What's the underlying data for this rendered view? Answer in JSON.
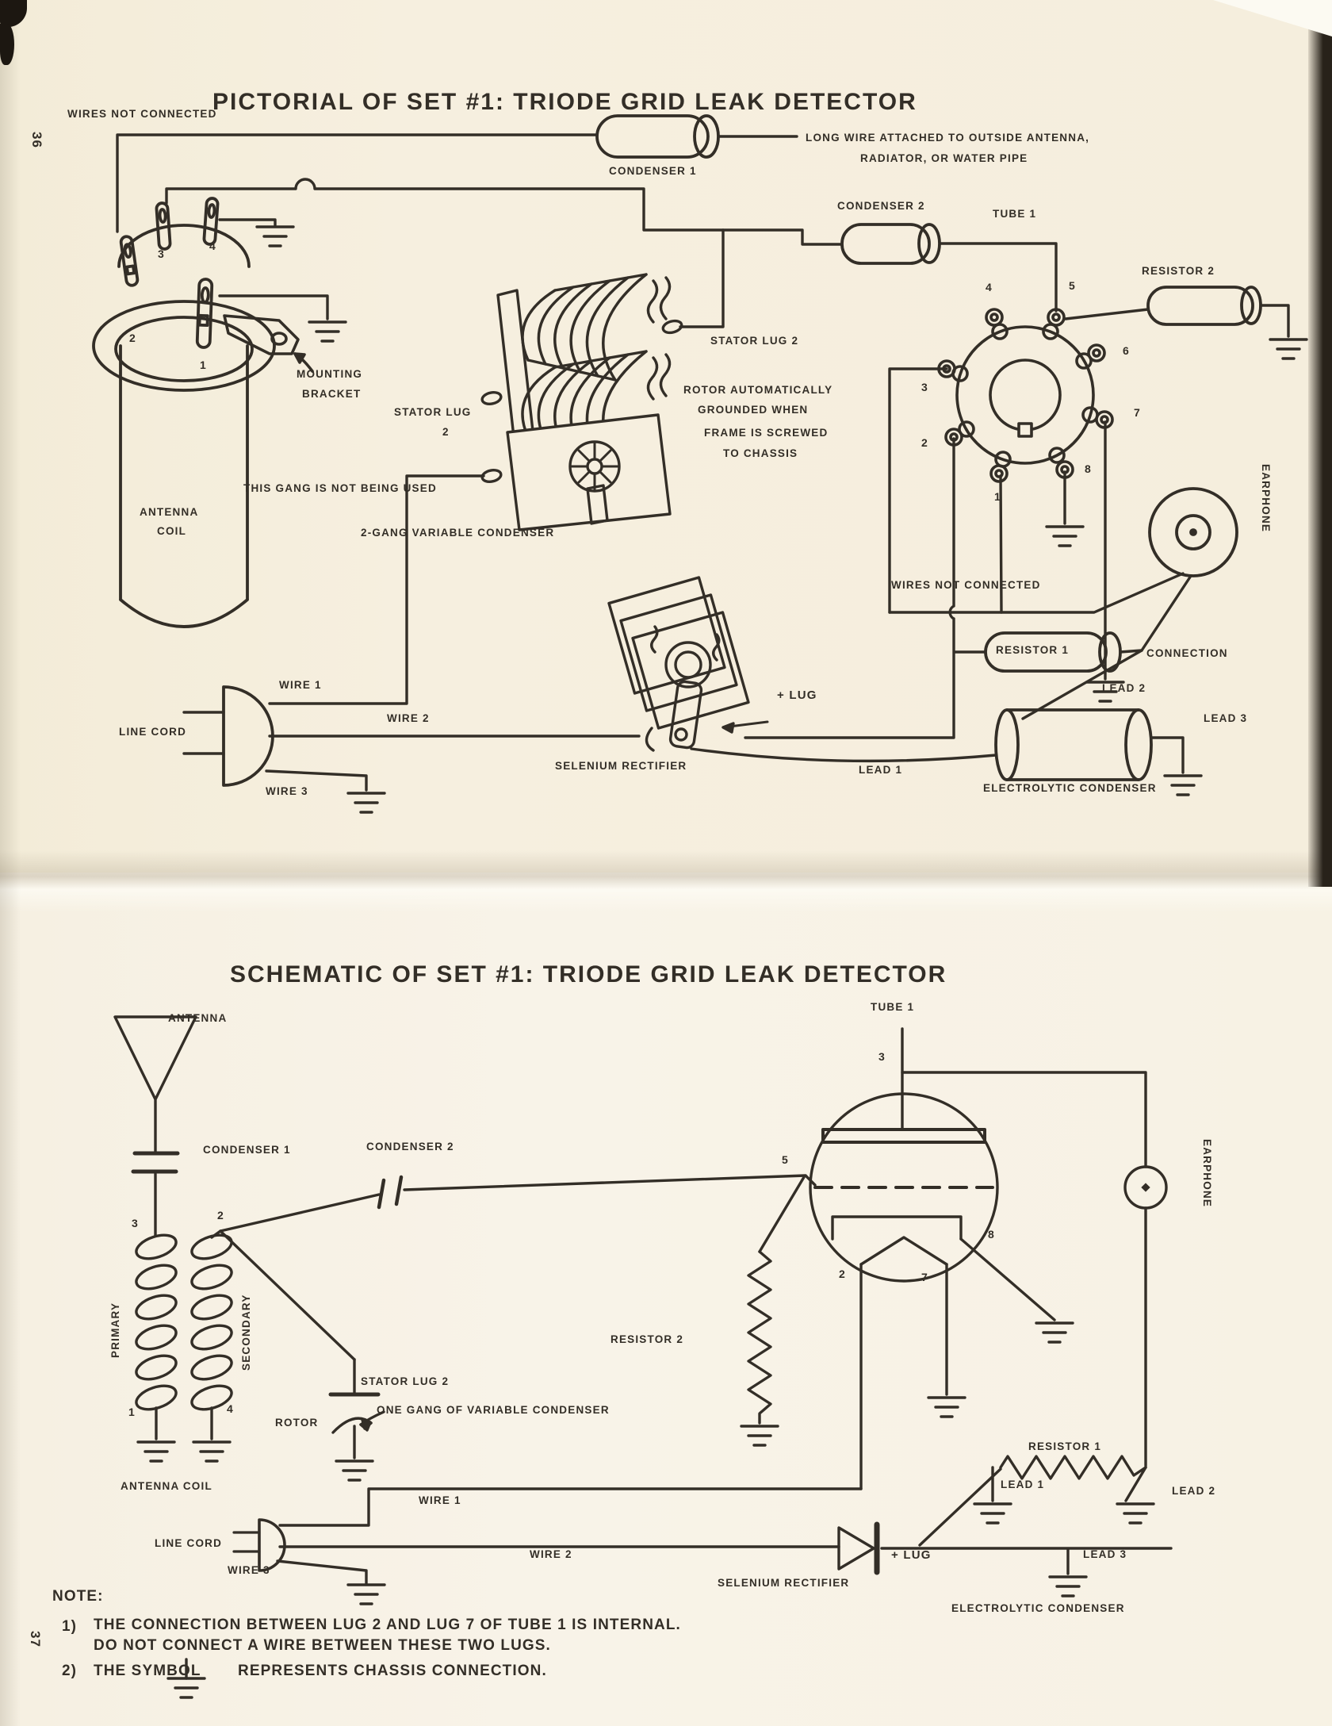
{
  "page": {
    "left_number": "36",
    "right_number": "37",
    "paper_color": "#f6f0e0",
    "ink_color": "#332e27"
  },
  "pictorial": {
    "title": "PICTORIAL OF SET #1: TRIODE GRID LEAK DETECTOR",
    "labels": {
      "wires_not_connected_top": "WIRES NOT CONNECTED",
      "condenser_1": "CONDENSER 1",
      "long_wire_1": "LONG WIRE ATTACHED TO OUTSIDE ANTENNA,",
      "long_wire_2": "RADIATOR, OR WATER PIPE",
      "condenser_2": "CONDENSER 2",
      "tube_1": "TUBE 1",
      "resistor_2": "RESISTOR 2",
      "mounting_bracket_1": "MOUNTING",
      "mounting_bracket_2": "BRACKET",
      "stator_lug_left_1": "STATOR LUG",
      "stator_lug_left_2": "2",
      "stator_lug_right": "STATOR LUG 2",
      "rotor_note_1": "ROTOR AUTOMATICALLY",
      "rotor_note_2": "GROUNDED WHEN",
      "rotor_note_3": "FRAME IS SCREWED",
      "rotor_note_4": "TO CHASSIS",
      "gang_not_used": "THIS GANG IS NOT BEING USED",
      "gang_condenser": "2-GANG VARIABLE CONDENSER",
      "antenna_coil_1": "ANTENNA",
      "antenna_coil_2": "COIL",
      "wires_not_connected_mid": "WIRES NOT CONNECTED",
      "earphone": "EARPHONE",
      "resistor_1": "RESISTOR 1",
      "connection": "CONNECTION",
      "lead_1": "LEAD 1",
      "lead_2": "LEAD 2",
      "lead_3": "LEAD 3",
      "electrolytic": "ELECTROLYTIC CONDENSER",
      "line_cord": "LINE CORD",
      "wire_1": "WIRE 1",
      "wire_2": "WIRE 2",
      "wire_3": "WIRE 3",
      "selenium": "SELENIUM RECTIFIER",
      "plus_lug": "+ LUG"
    },
    "socket_pins": {
      "p1": "1",
      "p2": "2",
      "p3": "3",
      "p4": "4",
      "p5": "5",
      "p6": "6",
      "p7": "7",
      "p8": "8"
    },
    "coil_lugs": {
      "l1": "1",
      "l2": "2",
      "l3": "3",
      "l4": "4"
    }
  },
  "schematic": {
    "title": "SCHEMATIC OF SET #1: TRIODE GRID LEAK DETECTOR",
    "labels": {
      "antenna": "ANTENNA",
      "condenser_1": "CONDENSER 1",
      "condenser_2": "CONDENSER 2",
      "tube_1": "TUBE 1",
      "earphone": "EARPHONE",
      "primary": "PRIMARY",
      "secondary": "SECONDARY",
      "antenna_coil": "ANTENNA COIL",
      "rotor": "ROTOR",
      "stator_lug_2": "STATOR LUG 2",
      "one_gang": "ONE GANG OF VARIABLE CONDENSER",
      "resistor_2": "RESISTOR 2",
      "line_cord": "LINE CORD",
      "wire_1": "WIRE 1",
      "wire_2": "WIRE 2",
      "wire_3": "WIRE 3",
      "selenium": "SELENIUM RECTIFIER",
      "plus_lug": "+ LUG",
      "resistor_1": "RESISTOR 1",
      "lead_1": "LEAD 1",
      "lead_2": "LEAD 2",
      "lead_3": "LEAD 3",
      "electrolytic": "ELECTROLYTIC CONDENSER"
    },
    "tube_pins": {
      "plate": "3",
      "grid": "5",
      "cathode": "8",
      "heater_l": "2",
      "heater_r": "7"
    },
    "coil_pins": {
      "pri_top": "3",
      "pri_bot": "1",
      "sec_top": "2",
      "sec_bot": "4"
    }
  },
  "note": {
    "heading": "NOTE:",
    "item1_no": "1)",
    "item1_line1": "THE CONNECTION BETWEEN LUG 2 AND LUG 7 OF TUBE 1 IS INTERNAL.",
    "item1_line2": "DO NOT CONNECT A WIRE BETWEEN THESE TWO LUGS.",
    "item2_no": "2)",
    "item2_pre": "THE SYMBOL",
    "item2_post": "REPRESENTS CHASSIS CONNECTION."
  }
}
